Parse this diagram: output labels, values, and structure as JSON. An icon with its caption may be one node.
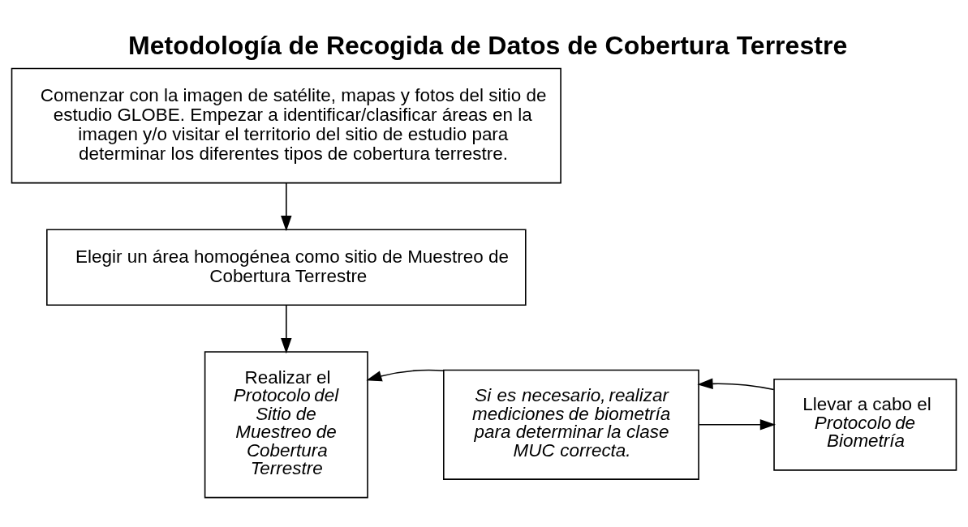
{
  "diagram": {
    "title": "Metodología de Recogida de Datos de Cobertura Terrestre",
    "nodes": [
      {
        "text": [
          "Comenzar con la imagen de satélite,  mapas y fotos del sitio de estudio GLOBE. Empezar a identificar/clasificar áreas en la imagen y/o visitar el territorio del sitio de estudio para determinar los diferentes tipos de cobertura terrestre."
        ]
      },
      {
        "text": [
          "Elegir un área homogénea como sitio de Muestreo de Cobertura Terrestre"
        ]
      },
      {
        "text": [
          "Realizar el *Protocolo del Sitio de Muestreo de Cobertura Terrestre*"
        ]
      },
      {
        "text": [
          "Si es necesario, realizar mediciones de biometría para determinar la clase MUC correcta."
        ]
      },
      {
        "text": [
          "Llevar a cabo el *Protocolo de Biometría*"
        ]
      }
    ],
    "edges": [
      {
        "from": 0,
        "to": 1,
        "arrow": "to"
      },
      {
        "from": 1,
        "to": 2,
        "arrow": "to"
      },
      {
        "from": 3,
        "to": 2,
        "arrow": "to"
      },
      {
        "from": 3,
        "to": 4,
        "arrow": "to"
      },
      {
        "from": 4,
        "to": 3,
        "arrow": "to"
      }
    ]
  }
}
